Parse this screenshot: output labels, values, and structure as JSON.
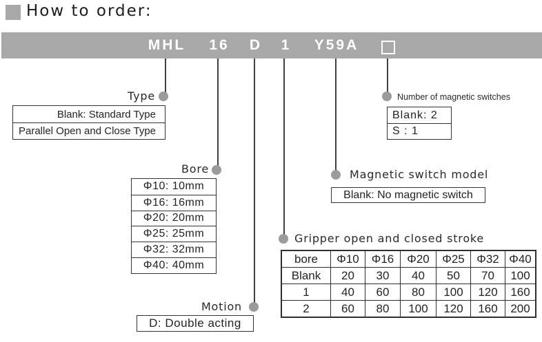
{
  "page": {
    "title": "How to order:"
  },
  "order_code": {
    "segments": [
      "MHL",
      "16",
      "D",
      "1",
      "Y59A"
    ],
    "placeholder_icon": "empty-box"
  },
  "callouts": {
    "type": {
      "label": "Type",
      "options": [
        "Blank: Standard Type",
        "Parallel Open and Close Type"
      ]
    },
    "bore": {
      "label": "Bore",
      "options": [
        "Φ10: 10mm",
        "Φ16: 16mm",
        "Φ20: 20mm",
        "Φ25: 25mm",
        "Φ32: 32mm",
        "Φ40: 40mm"
      ]
    },
    "motion": {
      "label": "Motion",
      "options": [
        "D: Double acting"
      ]
    },
    "stroke": {
      "label": "Gripper open and closed stroke",
      "table": {
        "columns": [
          "bore",
          "Φ10",
          "Φ16",
          "Φ20",
          "Φ25",
          "Φ32",
          "Φ40"
        ],
        "rows": [
          {
            "label": "Blank",
            "values": [
              "20",
              "30",
              "40",
              "50",
              "70",
              "100"
            ]
          },
          {
            "label": "1",
            "values": [
              "40",
              "60",
              "80",
              "100",
              "120",
              "160"
            ]
          },
          {
            "label": "2",
            "values": [
              "60",
              "80",
              "100",
              "120",
              "160",
              "200"
            ]
          }
        ]
      }
    },
    "magnetic_switch_model": {
      "label": "Magnetic switch model",
      "options": [
        "Blank: No magnetic switch"
      ]
    },
    "magnetic_switch_count": {
      "label": "Number of magnetic switches",
      "options": [
        "Blank: 2",
        "S : 1"
      ]
    }
  },
  "colors": {
    "bar_gray": "#a8a8a8",
    "dot_gray": "#9b9b9b",
    "line": "#3f3f3f",
    "text": "#222222"
  }
}
